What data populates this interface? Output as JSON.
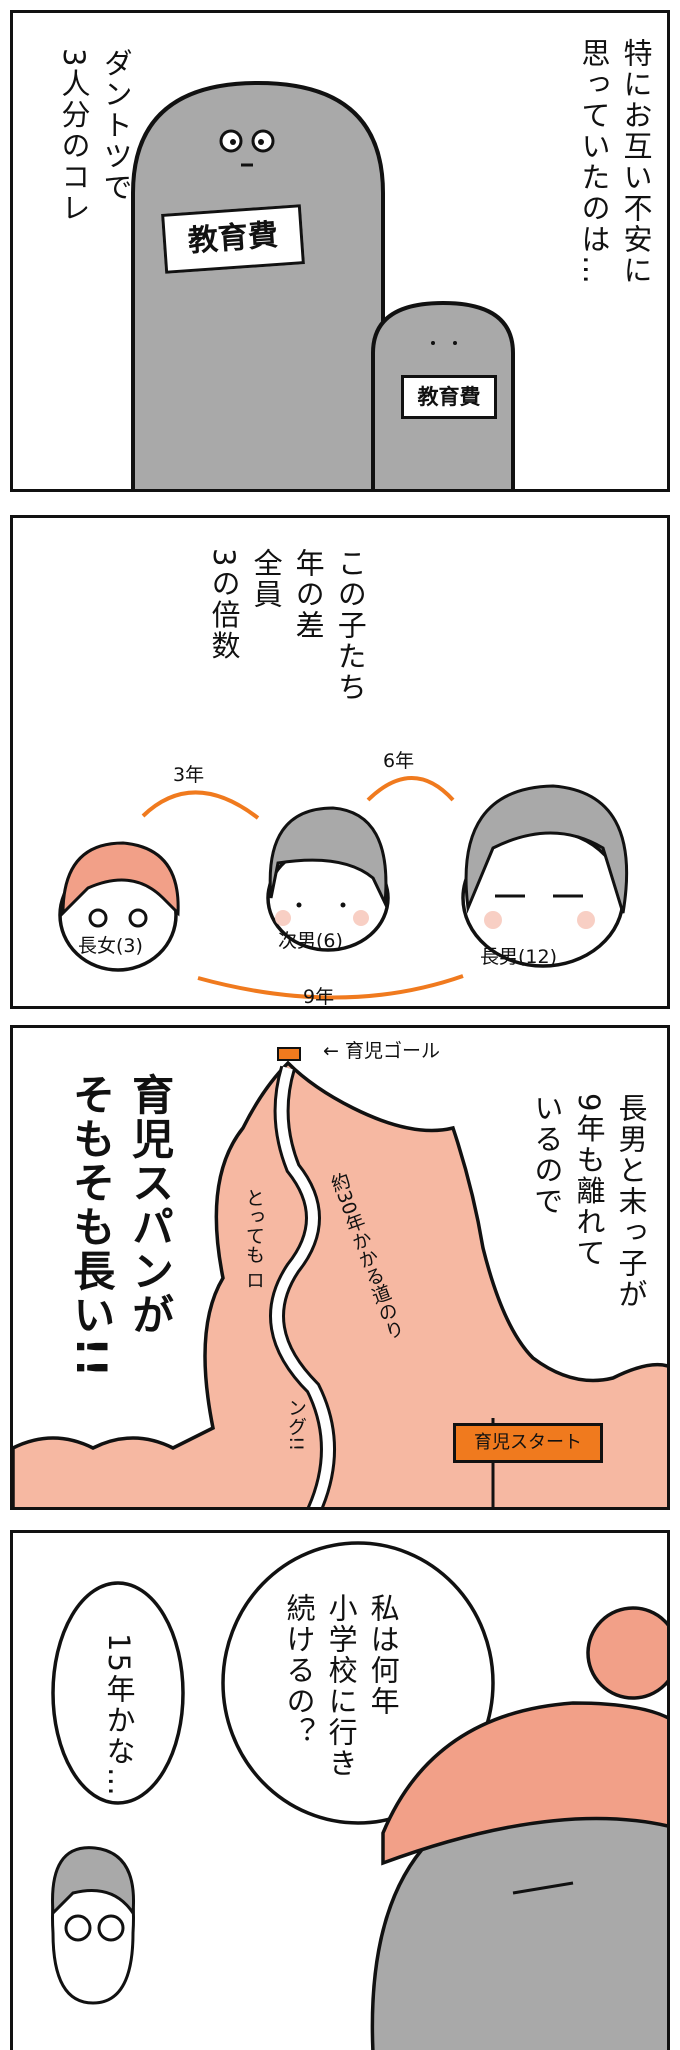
{
  "panel1": {
    "narration": [
      "特にお互い不安に",
      "思っていたのは…"
    ],
    "caption": [
      "ダントツで",
      "3人分のコレ"
    ],
    "sign_big": "教育費",
    "sign_small": "教育費"
  },
  "panel2": {
    "narration": [
      "この子たち",
      "年の差",
      "全員",
      "3の倍数"
    ],
    "gap_labels": {
      "daughter_second": "3年",
      "second_eldest": "6年",
      "daughter_eldest": "9年"
    },
    "children": [
      "長女(3)",
      "次男(6)",
      "長男(12)"
    ]
  },
  "panel3": {
    "narration": [
      "長男と末っ子が",
      "9年も離れて",
      "いるので"
    ],
    "headline": [
      "育児スパンが",
      "そもそも長い!!"
    ],
    "goal_label": "育児ゴール",
    "road_label": "約30年かかる道のり",
    "long_label_top": "とっても ロ",
    "long_label_bottom": "ング!!",
    "start_sign": "育児スタート"
  },
  "panel4": {
    "speech_mother": [
      "私は何年",
      "小学校に行き",
      "続けるの？"
    ],
    "speech_father": "15年かな…"
  },
  "colors": {
    "orange": "#f07a1e",
    "peach": "#f6b8a2",
    "gray": "#a9a9a9",
    "hair_orange": "#f2a088"
  }
}
